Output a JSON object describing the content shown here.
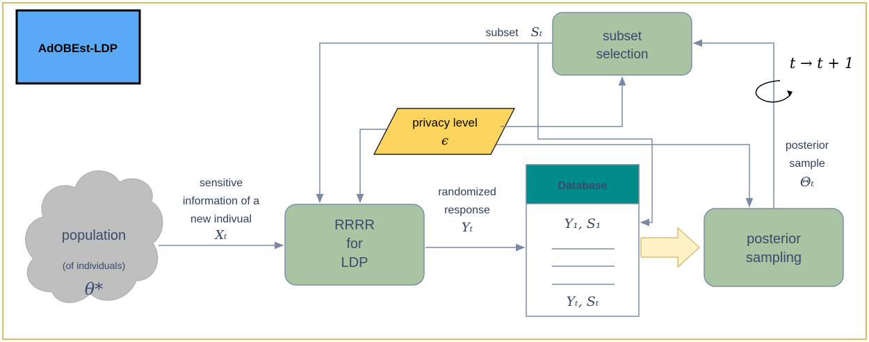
{
  "title_badge": "AdOBEst-LDP",
  "nodes": {
    "population": {
      "line1": "population",
      "line2": "(of individuals)",
      "symbol": "θ*"
    },
    "rrrr": {
      "line1": "RRRR",
      "line2": "for",
      "line3": "LDP"
    },
    "subset_selection": {
      "line1": "subset",
      "line2": "selection"
    },
    "privacy": {
      "line1": "privacy level",
      "symbol": "ϵ"
    },
    "database": {
      "header": "Database",
      "row_first": "Y₁, S₁",
      "row_last": "Yₜ, Sₜ"
    },
    "posterior_sampling": {
      "line1": "posterior",
      "line2": "sampling"
    }
  },
  "edge_labels": {
    "sensitive": {
      "line1": "sensitive",
      "line2": "information of a",
      "line3": "new indivual",
      "symbol": "Xₜ"
    },
    "randomized": {
      "line1": "randomized",
      "line2": "response",
      "symbol": "Yₜ"
    },
    "subset": {
      "text": "subset",
      "symbol": "Sₜ"
    },
    "posterior_sample": {
      "line1": "posterior",
      "line2": "sample",
      "symbol": "Θₜ"
    },
    "loop": {
      "text": "t → t + 1"
    }
  },
  "colors": {
    "green_fill": "#a9c4a3",
    "green_stroke": "#7f8fa6",
    "cloud": "#bfbfbf",
    "badge": "#5aa9f7",
    "privacy": "#fcd45e",
    "db_header": "#008b8b",
    "arrow": "#7a8aa6",
    "fat_arrow": "#fff1c6",
    "fat_arrow_stroke": "#d9c074"
  }
}
